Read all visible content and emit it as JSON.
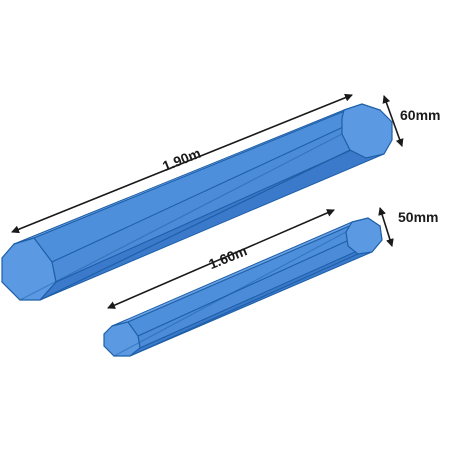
{
  "colors": {
    "rod_face": "#4e8fdc",
    "rod_face_light": "#6aa3e6",
    "rod_face_dark": "#3b7acb",
    "rod_edge": "#1e5fa8",
    "end_cap": "#5b9ae2",
    "annotation": "#1a1a1a",
    "background": "#ffffff"
  },
  "rods": [
    {
      "id": "long",
      "length_label": "1.90m",
      "width_label": "60mm"
    },
    {
      "id": "short",
      "length_label": "1.60m",
      "width_label": "50mm"
    }
  ]
}
